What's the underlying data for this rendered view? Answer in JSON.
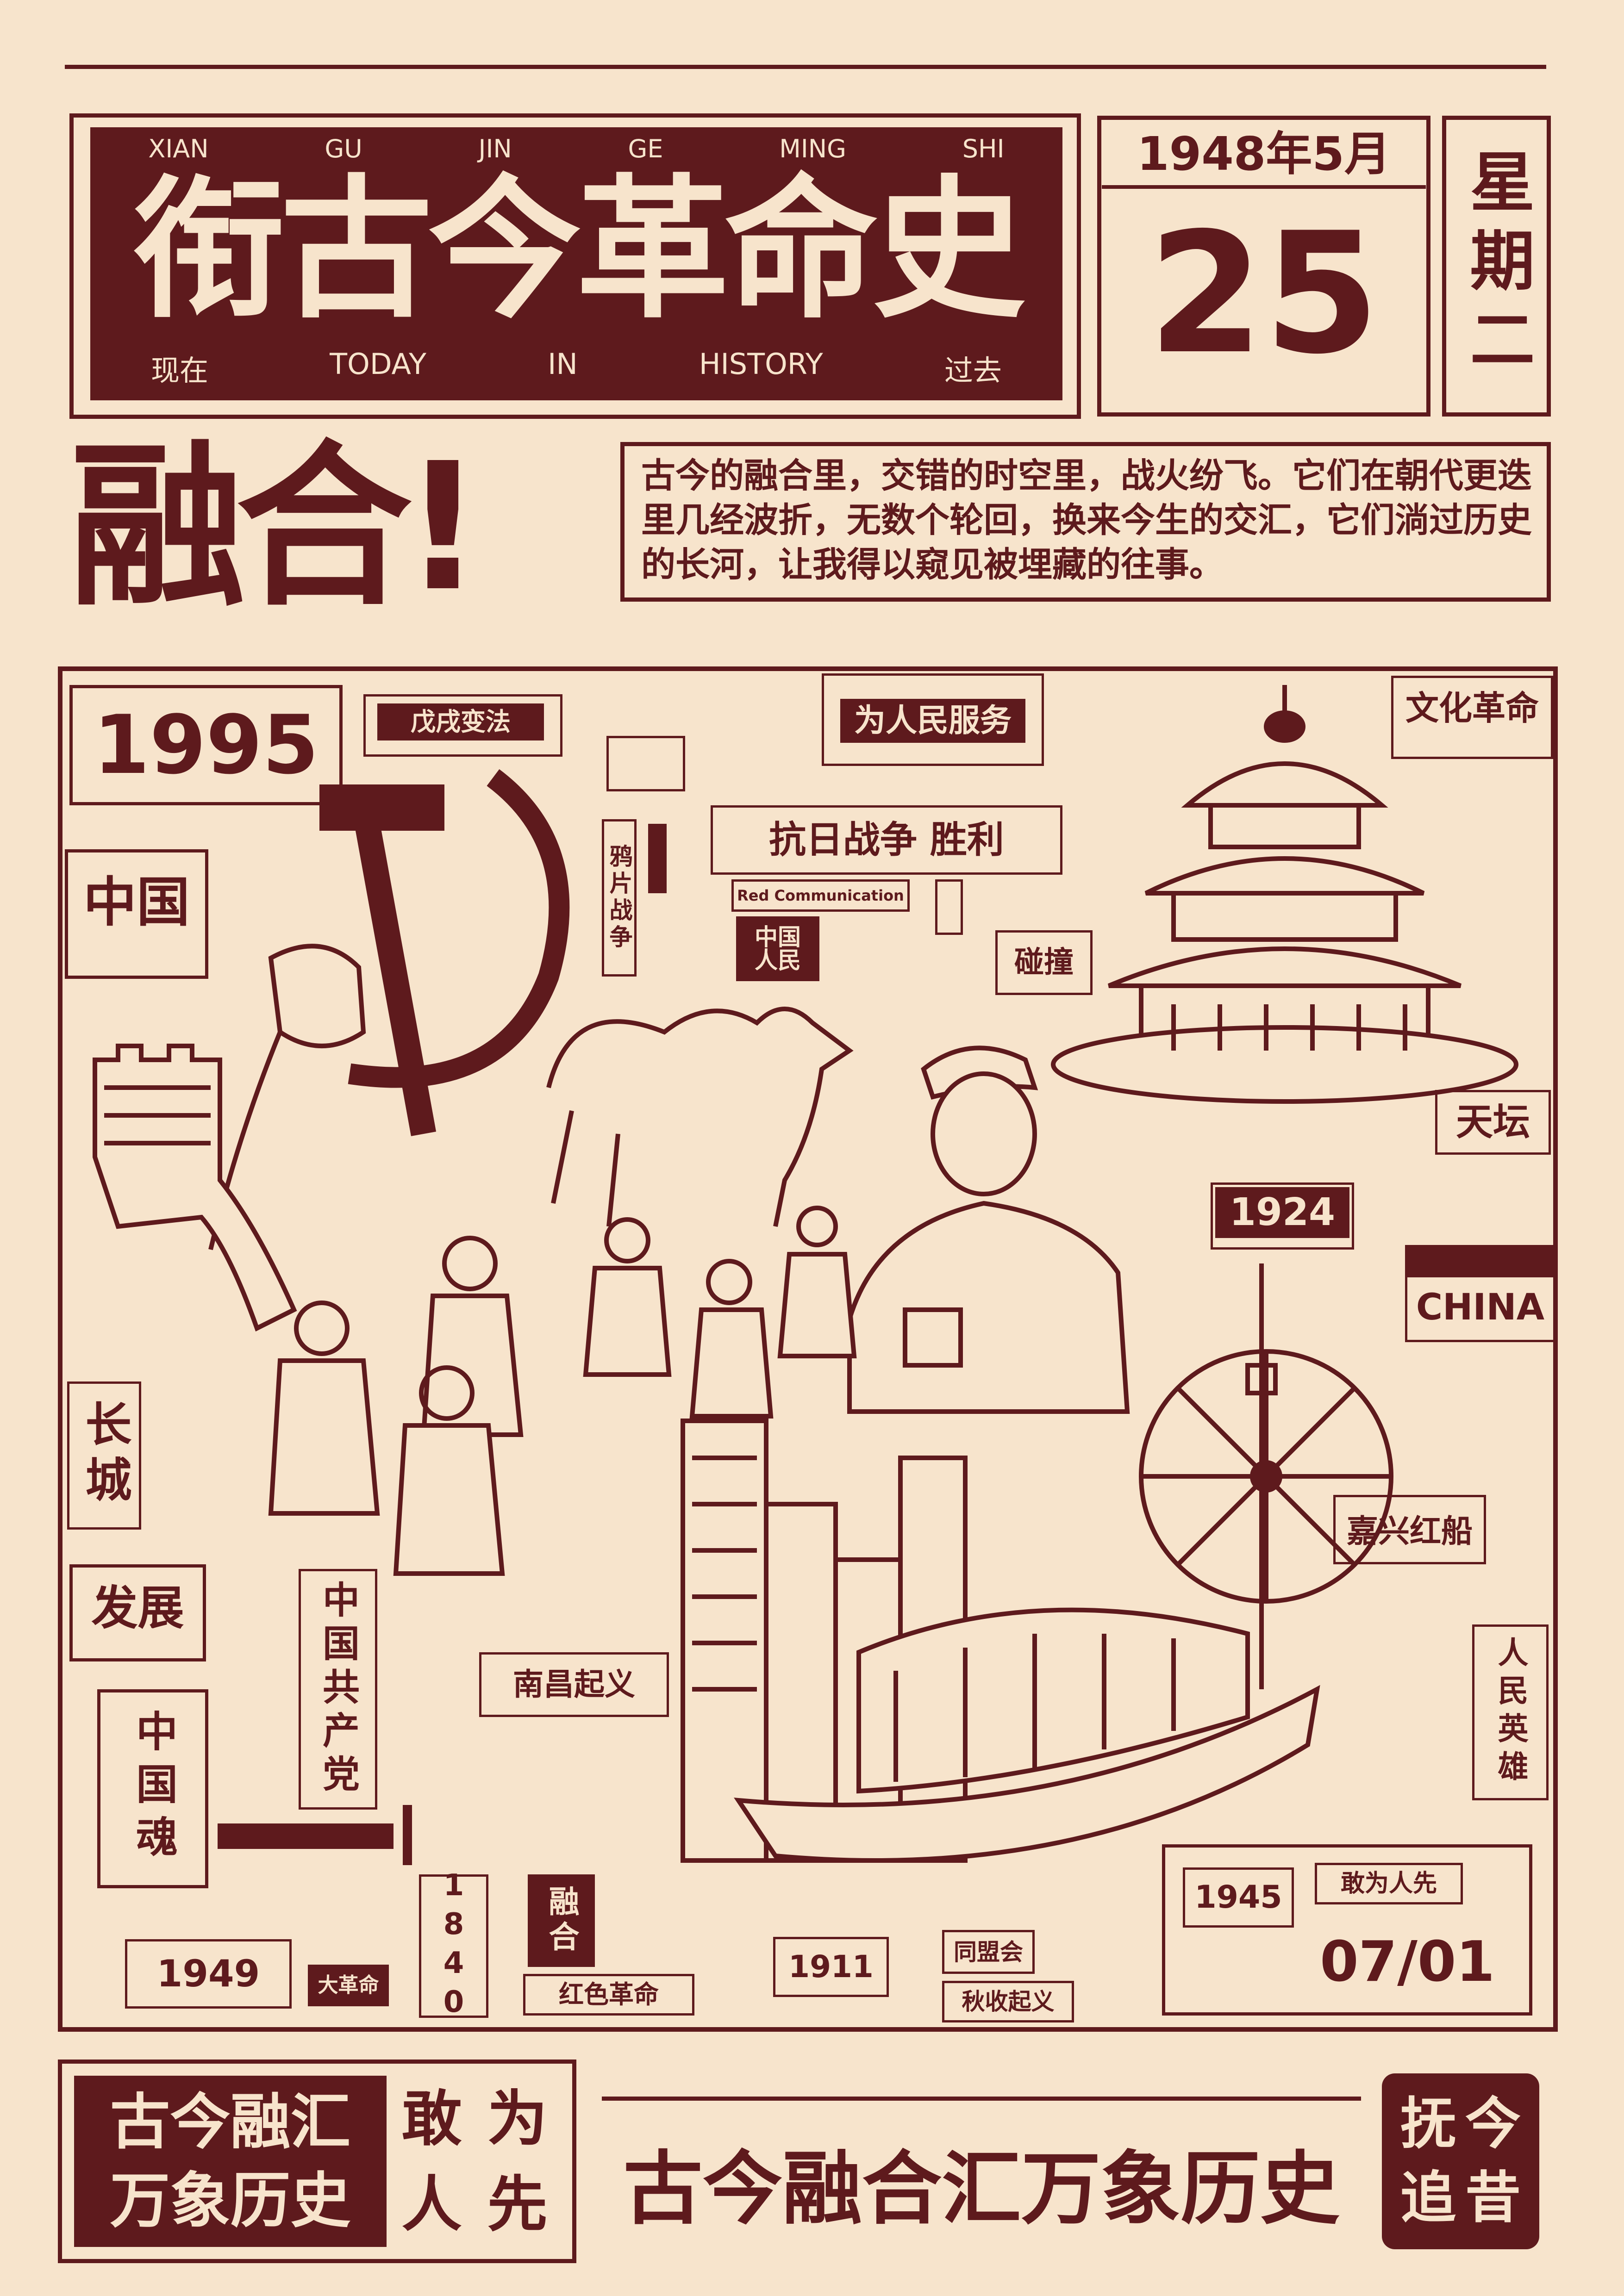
{
  "header": {
    "pinyin": [
      "XIAN",
      "GU",
      "JIN",
      "GE",
      "MING",
      "SHI"
    ],
    "title": "衔古今革命史",
    "sub_left": "现在",
    "sub_mid": [
      "TODAY",
      "IN",
      "HISTORY"
    ],
    "sub_right": "过去"
  },
  "date": {
    "year_month": "1948年5月",
    "day": "25",
    "weekday": "星期二"
  },
  "headline": "融合!",
  "intro": "古今的融合里，交错的时空里，战火纷飞。它们在朝代更迭里几经波折，无数个轮回，换来今生的交汇，它们淌过历史的长河，让我得以窥见被埋藏的往事。",
  "labels": {
    "y1995": "1995",
    "wuxu": "戊戌变法",
    "serve": "为人民服务",
    "culture": "文化革命",
    "opium": "鸦片战争",
    "war": "抗日战争 胜利",
    "redcomm": "Red Communication",
    "people": "中国人民",
    "collide": "碰撞",
    "china_cn": "中国",
    "temple": "天坛",
    "y1924": "1924",
    "china_en": "CHINA",
    "great_wall": "长城",
    "boat": "嘉兴红船",
    "develop": "发展",
    "cpc": "中国共产党",
    "nanchang": "南昌起义",
    "heroes": "人民英雄",
    "soul": "中国魂",
    "y1840": "1840",
    "fuse": "融合",
    "y1945": "1945",
    "dare": "敢为人先",
    "y1949": "1949",
    "big_rev": "大革命",
    "red_rev": "红色革命",
    "y1911": "1911",
    "tongmeng": "同盟会",
    "autumn": "秋收起义",
    "date_0701": "07/01"
  },
  "footer": {
    "left_l1": "古今融汇",
    "left_l2": "万象历史",
    "dare_chars": [
      "敢",
      "为",
      "人",
      "先"
    ],
    "slogan": "古今融合汇万象历史",
    "seal": [
      "抚",
      "今",
      "追",
      "昔"
    ]
  }
}
